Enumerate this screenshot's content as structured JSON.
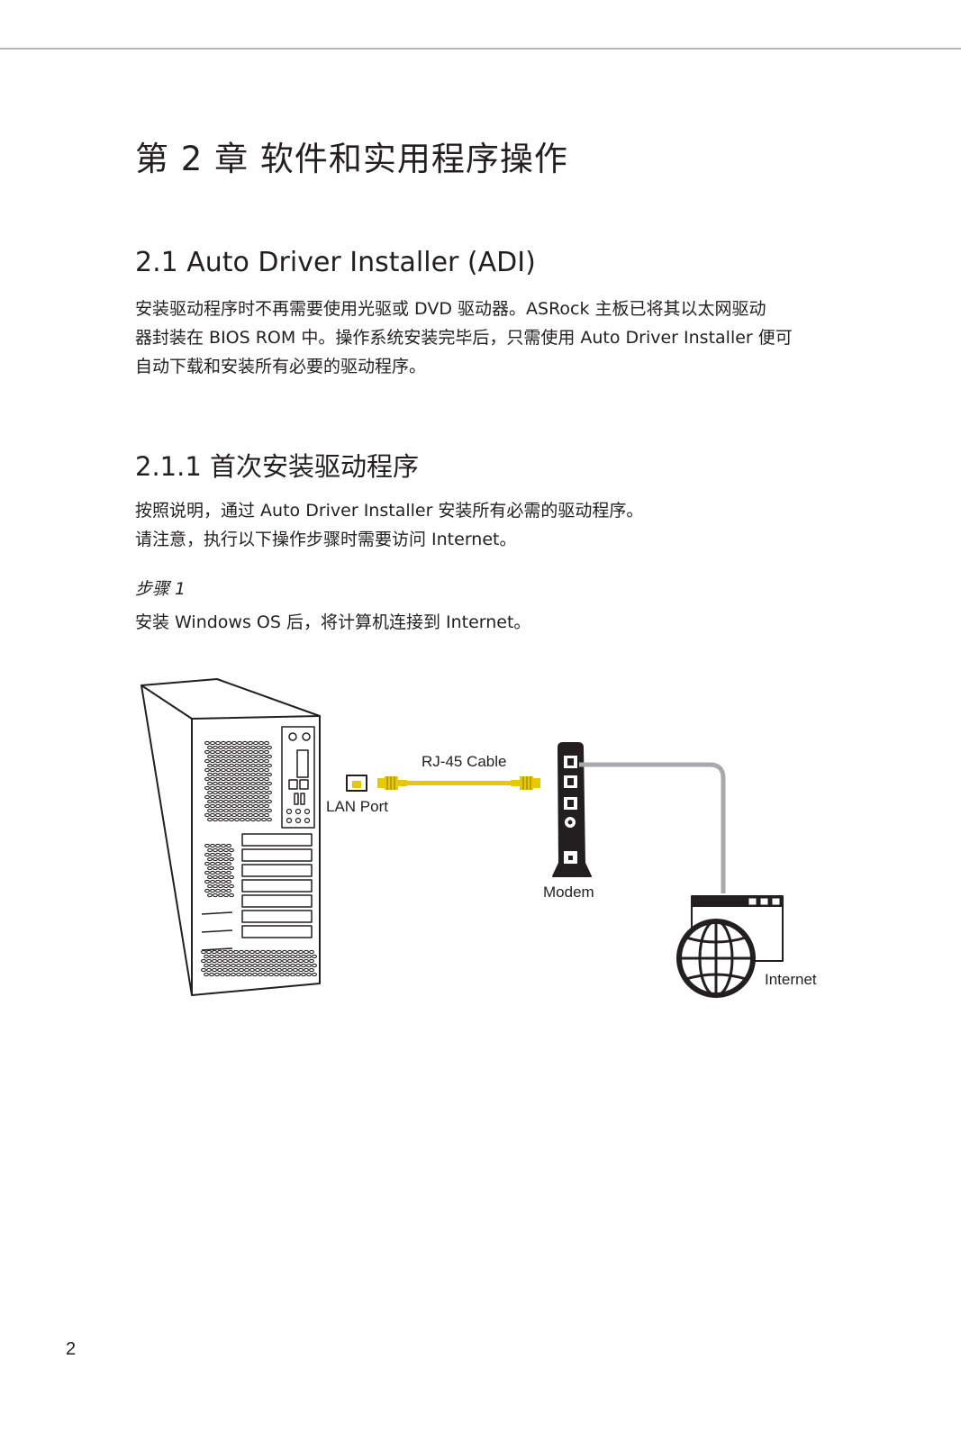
{
  "chapter": {
    "title": "第 2 章  软件和实用程序操作"
  },
  "section": {
    "title": "2.1  Auto Driver Installer (ADI)",
    "body_lines": [
      "安装驱动程序时不再需要使用光驱或 DVD 驱动器。ASRock 主板已将其以太网驱动",
      "器封装在 BIOS ROM 中。操作系统安装完毕后，只需使用 Auto Driver Installer 便可",
      "自动下载和安装所有必要的驱动程序。"
    ]
  },
  "subsection": {
    "title": "2.1.1 首次安装驱动程序",
    "body_lines": [
      "按照说明，通过 Auto Driver Installer 安装所有必需的驱动程序。",
      "请注意，执行以下操作步骤时需要访问 Internet。"
    ]
  },
  "step": {
    "label": "步骤 1",
    "text": "安装 Windows OS 后，将计算机连接到 Internet。"
  },
  "figure": {
    "lan_port_label": "LAN Port",
    "cable_label": "RJ-45 Cable",
    "modem_label": "Modem",
    "internet_label": "Internet",
    "colors": {
      "cable": "#e8c800",
      "line": "#231f20",
      "modem_link": "#a7a9ac"
    }
  },
  "page": {
    "number": "2"
  }
}
